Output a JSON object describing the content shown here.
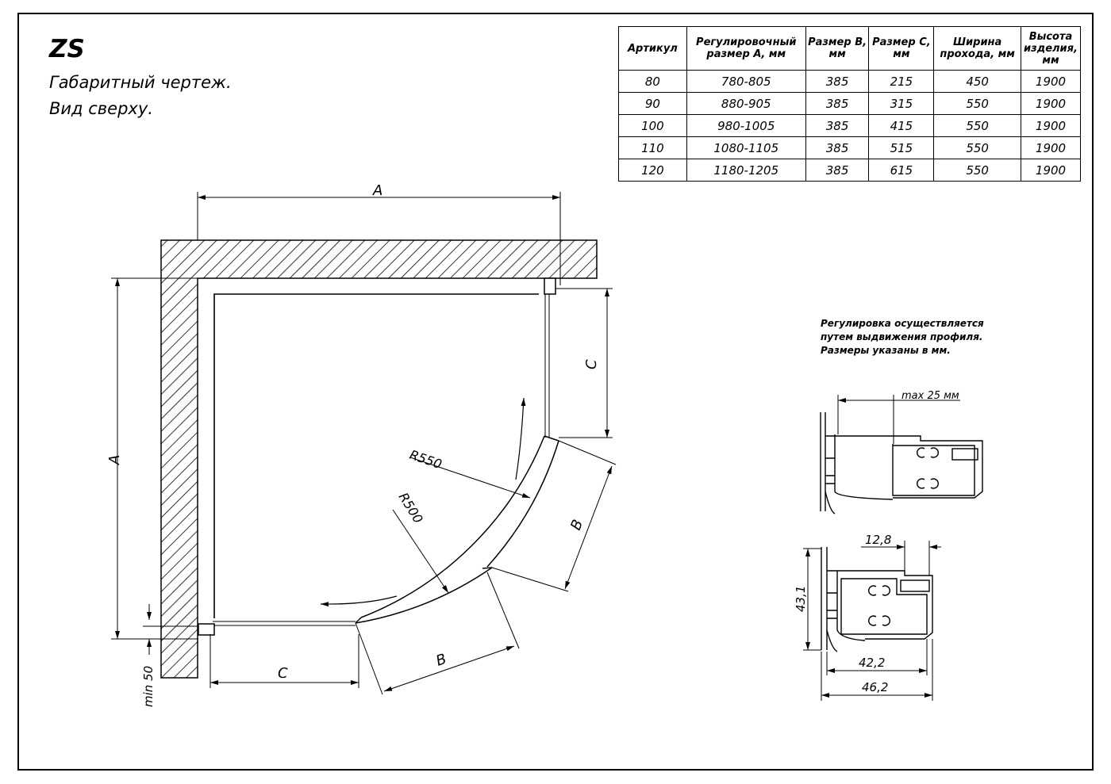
{
  "title": "ZS",
  "subtitle_lines": [
    "Габаритный чертеж.",
    "Вид сверху."
  ],
  "table": {
    "headers": [
      "Артикул",
      "Регулировочный размер А, мм",
      "Размер В, мм",
      "Размер С, мм",
      "Ширина прохода, мм",
      "Высота изделия, мм"
    ],
    "rows": [
      [
        "80",
        "780-805",
        "385",
        "215",
        "450",
        "1900"
      ],
      [
        "90",
        "880-905",
        "385",
        "315",
        "550",
        "1900"
      ],
      [
        "100",
        "980-1005",
        "385",
        "415",
        "550",
        "1900"
      ],
      [
        "110",
        "1080-1105",
        "385",
        "515",
        "550",
        "1900"
      ],
      [
        "120",
        "1180-1205",
        "385",
        "615",
        "550",
        "1900"
      ]
    ]
  },
  "notes": [
    "Регулировка осуществляется",
    "путем выдвижения профиля.",
    "Размеры указаны в мм."
  ],
  "plan_labels": {
    "a_top": "A",
    "a_left": "A",
    "c_right": "C",
    "c_bottom": "C",
    "b_right": "B",
    "b_bottom": "B",
    "r550": "R550",
    "r500": "R500",
    "min50": "min 50"
  },
  "profile_labels": {
    "max": "max 25 мм",
    "d12_8": "12,8",
    "d43_1": "43,1",
    "d42_2": "42,2",
    "d46_2": "46,2"
  }
}
